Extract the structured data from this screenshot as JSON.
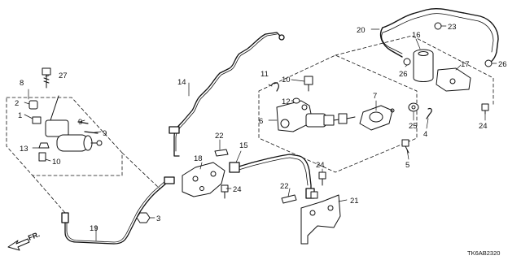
{
  "callouts": [
    {
      "id": "c1",
      "text": "1"
    },
    {
      "id": "c2",
      "text": "2"
    },
    {
      "id": "c3",
      "text": "3"
    },
    {
      "id": "c4",
      "text": "4"
    },
    {
      "id": "c5",
      "text": "5"
    },
    {
      "id": "c6",
      "text": "6"
    },
    {
      "id": "c7",
      "text": "7"
    },
    {
      "id": "c8",
      "text": "8"
    },
    {
      "id": "c9a",
      "text": "9"
    },
    {
      "id": "c9b",
      "text": "9"
    },
    {
      "id": "c10a",
      "text": "10"
    },
    {
      "id": "c10b",
      "text": "10"
    },
    {
      "id": "c11",
      "text": "11"
    },
    {
      "id": "c12",
      "text": "12"
    },
    {
      "id": "c13",
      "text": "13"
    },
    {
      "id": "c14",
      "text": "14"
    },
    {
      "id": "c15",
      "text": "15"
    },
    {
      "id": "c16",
      "text": "16"
    },
    {
      "id": "c17",
      "text": "17"
    },
    {
      "id": "c18",
      "text": "18"
    },
    {
      "id": "c19",
      "text": "19"
    },
    {
      "id": "c20",
      "text": "20"
    },
    {
      "id": "c21",
      "text": "21"
    },
    {
      "id": "c22a",
      "text": "22"
    },
    {
      "id": "c22b",
      "text": "22"
    },
    {
      "id": "c23",
      "text": "23"
    },
    {
      "id": "c24a",
      "text": "24"
    },
    {
      "id": "c24b",
      "text": "24"
    },
    {
      "id": "c24c",
      "text": "24"
    },
    {
      "id": "c25",
      "text": "25"
    },
    {
      "id": "c26a",
      "text": "26"
    },
    {
      "id": "c26b",
      "text": "26"
    },
    {
      "id": "c27",
      "text": "27"
    }
  ],
  "direction_label": "FR.",
  "diagram_code": "TK6AB2320",
  "colors": {
    "line": "#111111",
    "part_fill": "#ffffff",
    "background": "#ffffff"
  }
}
